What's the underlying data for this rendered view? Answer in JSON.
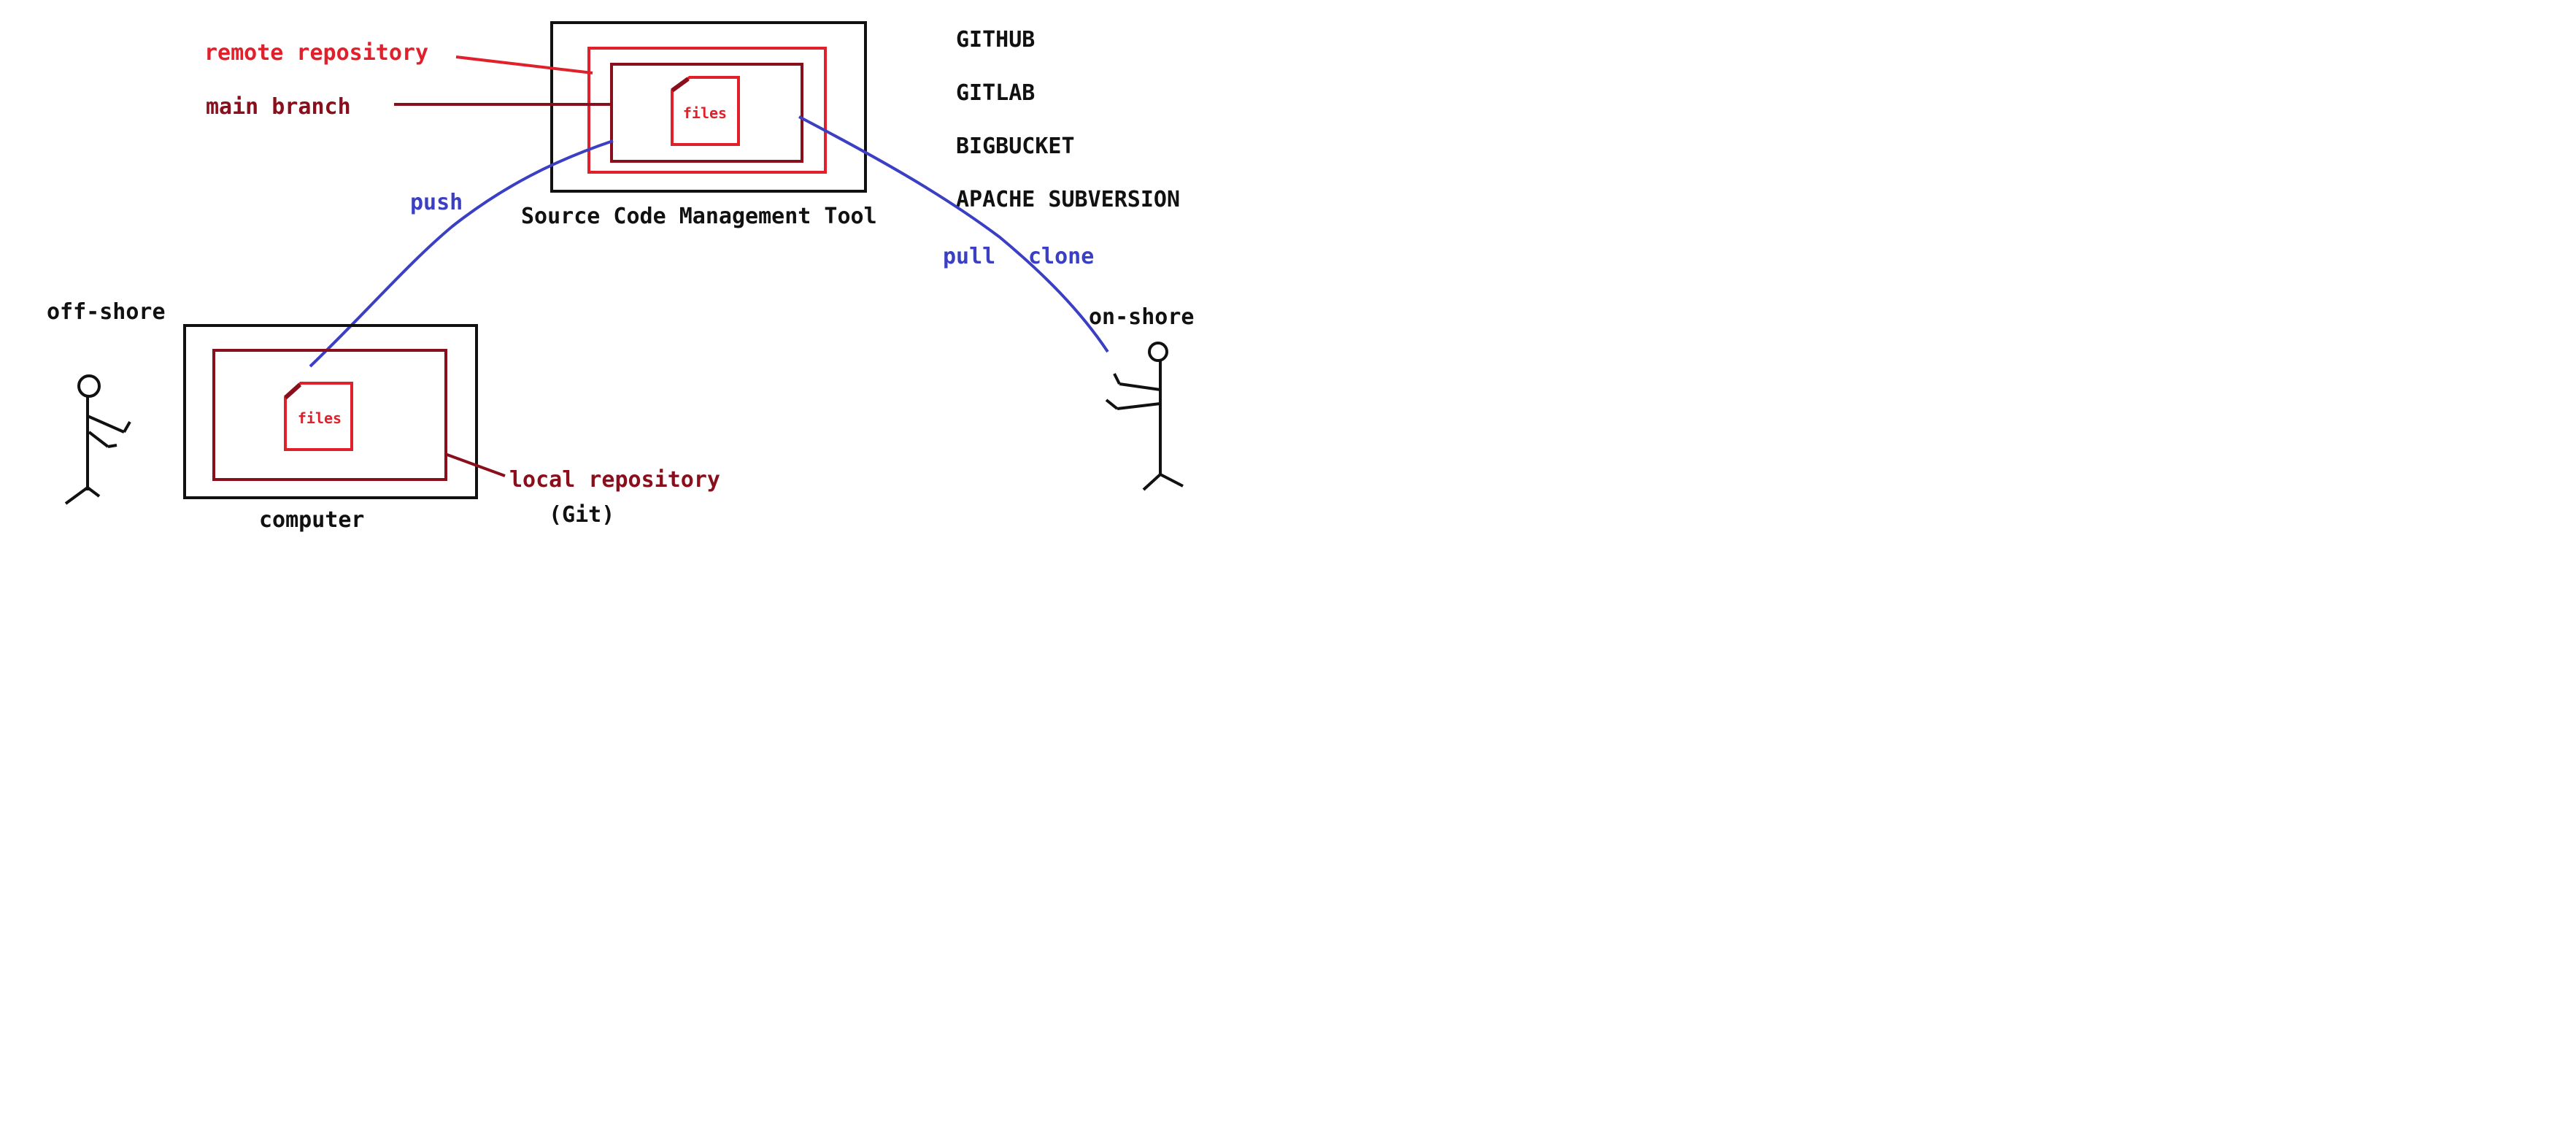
{
  "colors": {
    "black": "#111111",
    "red": "#e0202a",
    "dark_red": "#8a0f1c",
    "blue": "#3a3fc4"
  },
  "labels": {
    "remote_repository": "remote repository",
    "main_branch": "main branch",
    "files": "files",
    "source_code_management_tool": "Source Code Management Tool",
    "push": "push",
    "pull": "pull",
    "clone": "clone",
    "off_shore": "off-shore",
    "on_shore": "on-shore",
    "computer": "computer",
    "local_repository": "local repository",
    "git": "(Git)"
  },
  "scm_tools": [
    "GITHUB",
    "GITLAB",
    "BIGBUCKET",
    "APACHE SUBVERSION"
  ]
}
